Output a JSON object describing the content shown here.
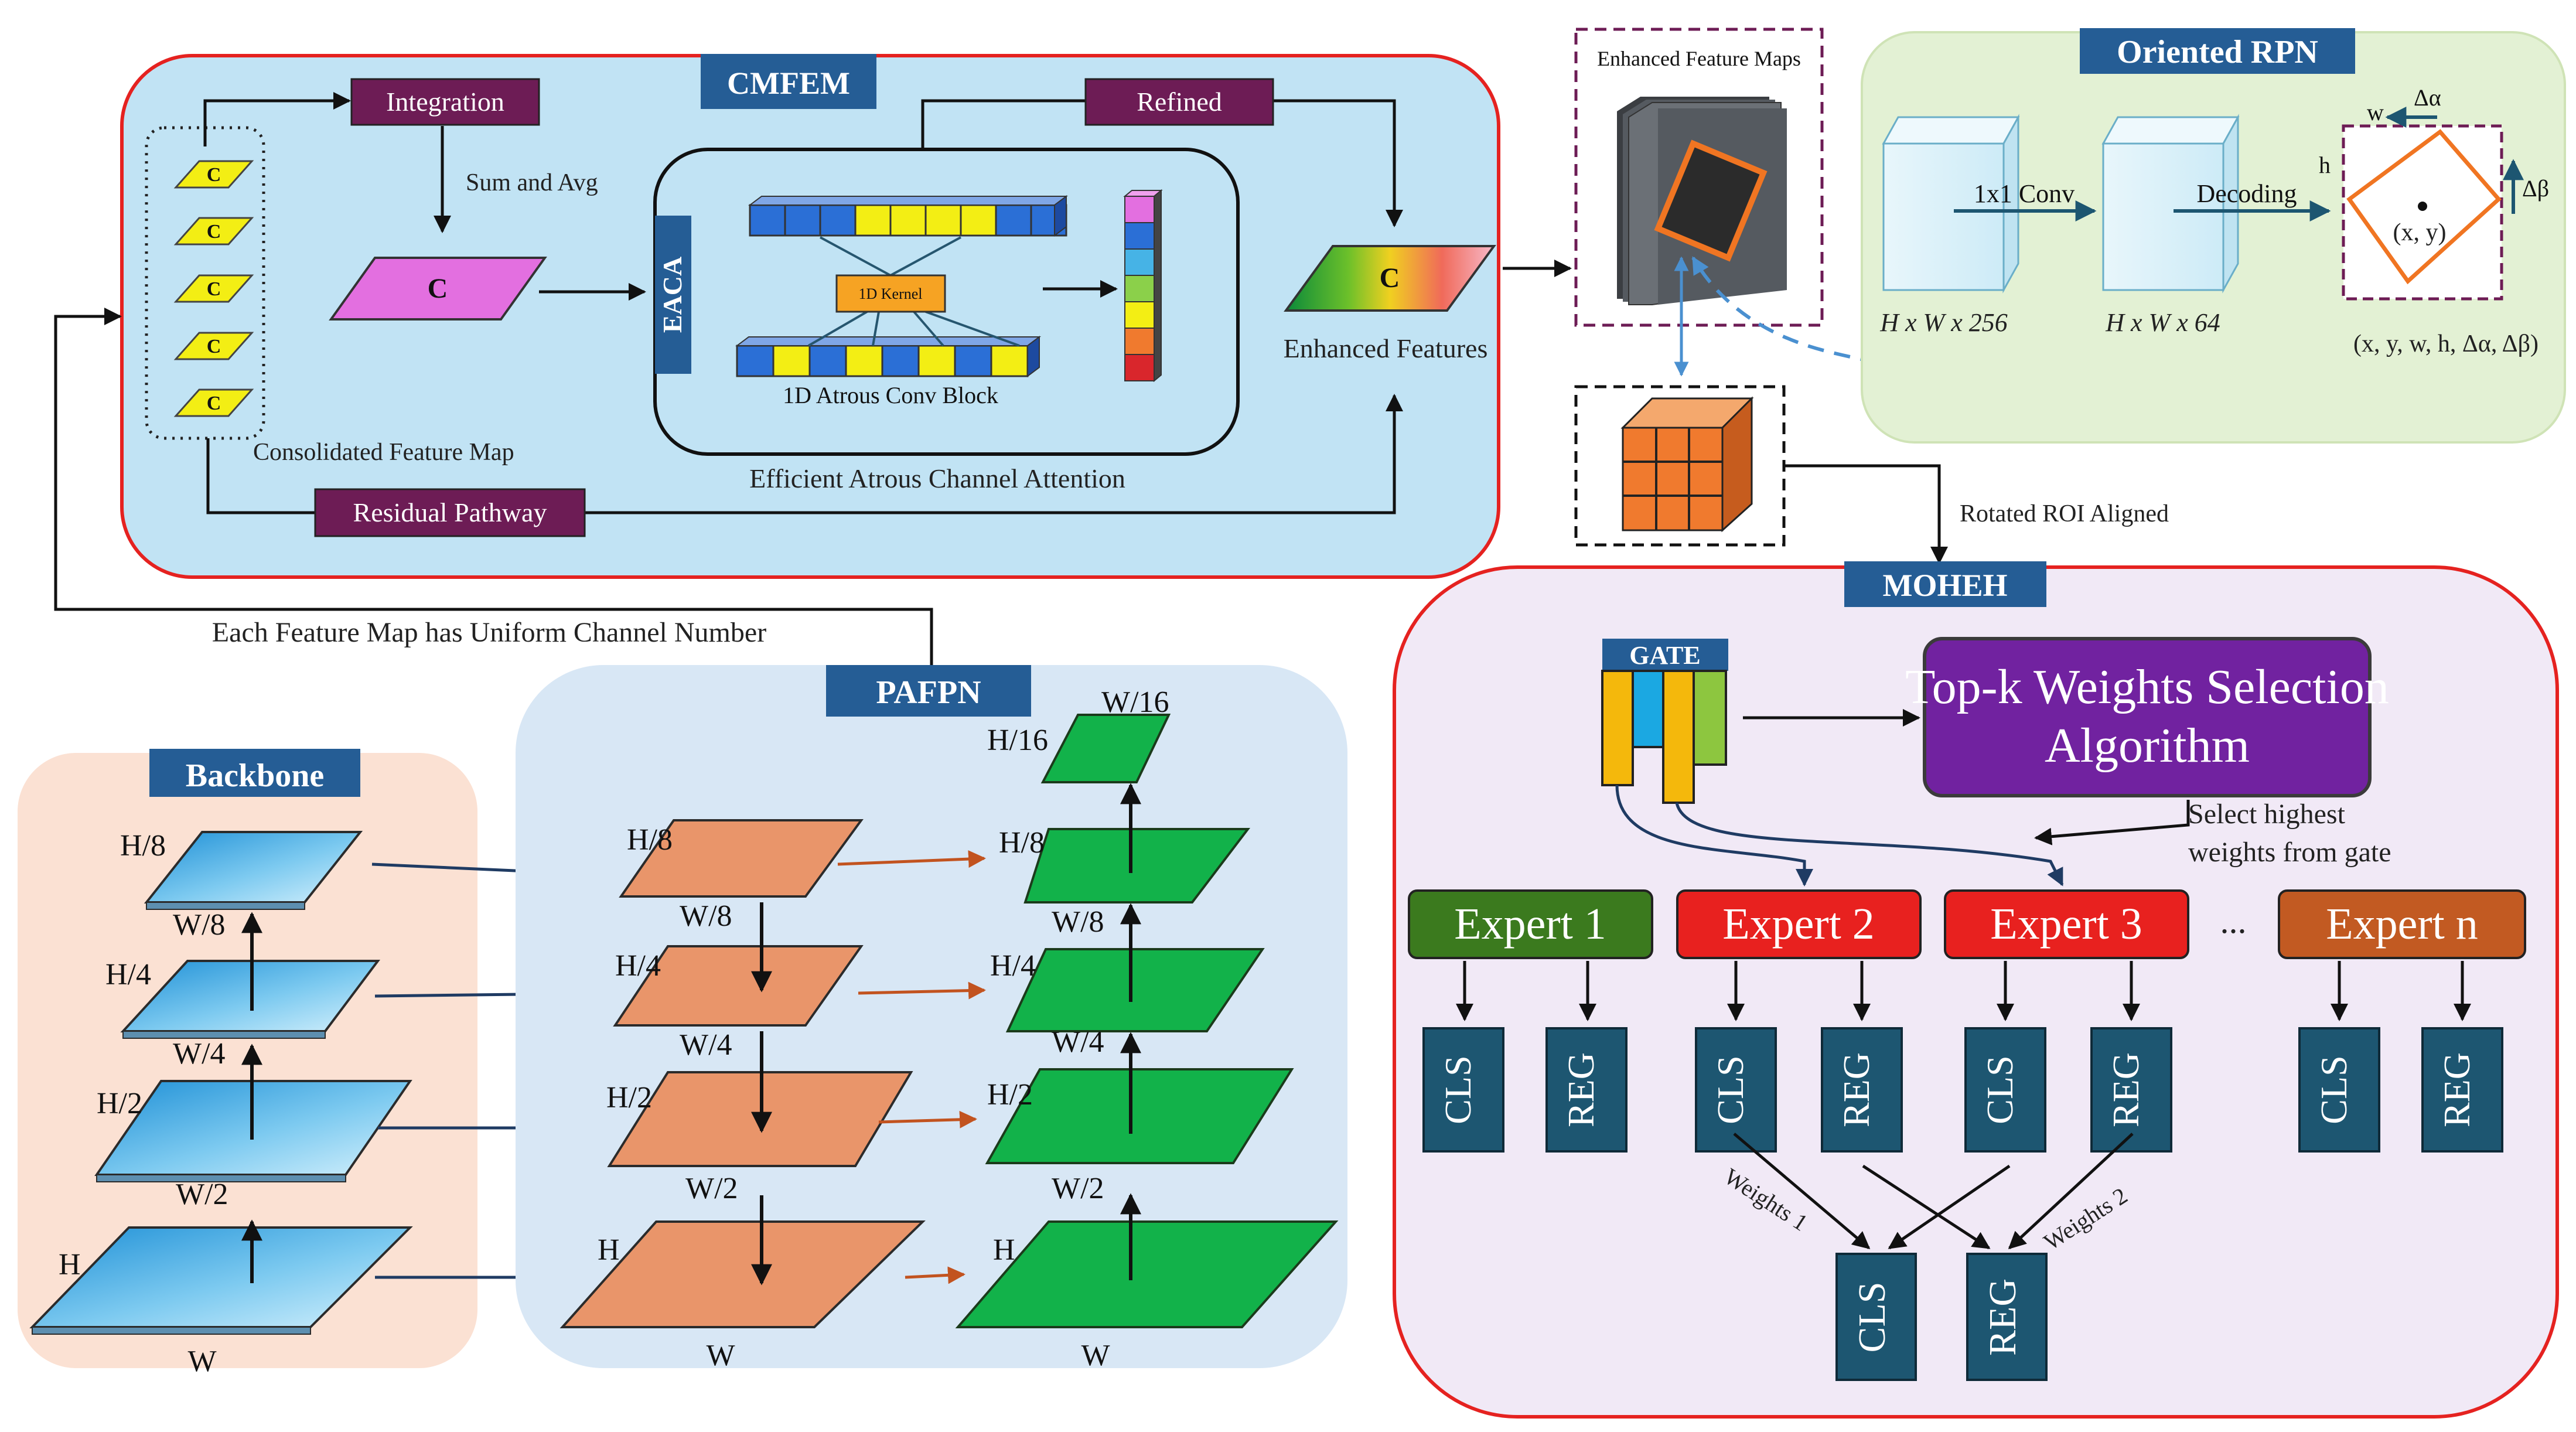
{
  "cmfem": {
    "title": "CMFEM",
    "integration": "Integration",
    "sum_avg": "Sum and Avg",
    "refined": "Refined",
    "residual": "Residual Pathway",
    "consolidated": "Consolidated Feature Map",
    "c_label": "C",
    "eaca_tag": "EACA",
    "kernel": "1D Kernel",
    "atrous_block": "1D Atrous Conv Block",
    "eaca_caption": "Efficient Atrous Channel Attention",
    "enhanced_features": "Enhanced Features"
  },
  "uniform_note": "Each Feature Map has Uniform Channel Number",
  "enhanced_maps": "Enhanced Feature Maps",
  "rotated_roi": "Rotated ROI Aligned",
  "rpn": {
    "title": "Oriented RPN",
    "conv": "1x1 Conv",
    "decoding": "Decoding",
    "dim1": "H x W x 256",
    "dim2": "H x W x 64",
    "w": "w",
    "h": "h",
    "d_alpha": "Δα",
    "d_beta": "Δβ",
    "center": "(x, y)",
    "output": "(x, y, w, h, Δα, Δβ)"
  },
  "backbone": {
    "title": "Backbone",
    "h8": "H/8",
    "w8": "W/8",
    "h4": "H/4",
    "w4": "W/4",
    "h2": "H/2",
    "w2": "W/2",
    "h": "H",
    "w": "W"
  },
  "pafpn": {
    "title": "PAFPN",
    "h16": "H/16",
    "w16": "W/16",
    "h8": "H/8",
    "w8": "W/8",
    "h4": "H/4",
    "w4": "W/4",
    "h2": "H/2",
    "w2": "W/2",
    "h": "H",
    "w": "W"
  },
  "moheh": {
    "title": "MOHEH",
    "gate": "GATE",
    "topk_line1": "Top-k Weights Selection",
    "topk_line2": "Algorithm",
    "select_line1": "Select highest",
    "select_line2": "weights from gate",
    "experts": [
      "Expert 1",
      "Expert 2",
      "Expert 3",
      "Expert n"
    ],
    "ellipsis": "...",
    "cls": "CLS",
    "reg": "REG",
    "weights1": "Weights 1",
    "weights2": "Weights 2"
  },
  "colors": {
    "cmfem_bg": "#c1e3f4",
    "cmfem_border": "#e52220",
    "title_bg": "#255d95",
    "purple_label": "#6d1c55",
    "rpn_bg": "#e3f1d4",
    "backbone_bg": "#fbe1d3",
    "pafpn_bg": "#d8e7f5",
    "moheh_bg": "#f1e9f6",
    "expert1": "#3b7a1e",
    "expert2": "#e8211f",
    "expert3": "#e8211f",
    "expertn": "#c25a22",
    "head_teal": "#1d5671",
    "topk": "#7122a0"
  }
}
